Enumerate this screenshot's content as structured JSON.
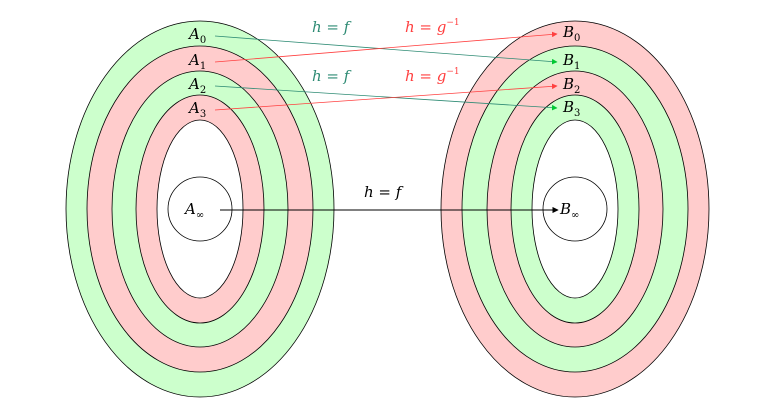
{
  "colors": {
    "green_fill": "#ccffcc",
    "red_fill": "#ffcccc",
    "teal_arrow": "#2e8b74",
    "red_arrow": "#ff4040",
    "green_arrow_head": "#00c832",
    "black": "#000000"
  },
  "left_set": {
    "labels": [
      {
        "base": "A",
        "sub": "0"
      },
      {
        "base": "A",
        "sub": "1"
      },
      {
        "base": "A",
        "sub": "2"
      },
      {
        "base": "A",
        "sub": "3"
      },
      {
        "base": "A",
        "sub": "∞"
      }
    ]
  },
  "right_set": {
    "labels": [
      {
        "base": "B",
        "sub": "0"
      },
      {
        "base": "B",
        "sub": "1"
      },
      {
        "base": "B",
        "sub": "2"
      },
      {
        "base": "B",
        "sub": "3"
      },
      {
        "base": "B",
        "sub": "∞"
      }
    ]
  },
  "edge_labels": {
    "f_top_1": "h = f",
    "ginv_top_1": "h = g",
    "ginv_sup": "−1",
    "f_top_2": "h = f",
    "ginv_top_2": "h = g",
    "f_middle": "h = f"
  }
}
